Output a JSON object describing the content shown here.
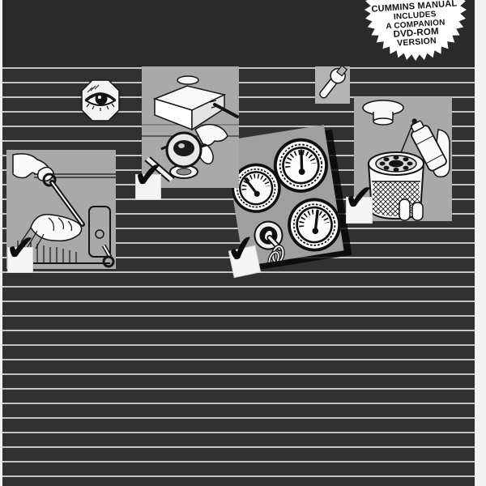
{
  "badge": {
    "lines": [
      "CUMMINS MANUAL",
      "INCLUDES",
      "A COMPANION",
      "DVD-ROM",
      "VERSION"
    ]
  },
  "cover": {
    "checkmark_glyph": "✔",
    "colors": {
      "top_block": "#2a2a2a",
      "stripe_dark": "#313131",
      "stripe_light": "#c4c4c4",
      "panel_gray": "#a9a9a9",
      "badge_bg": "#ffffff",
      "badge_text": "#101010",
      "page_margin": "#f2f2f2",
      "line_art_ink": "#141414"
    }
  },
  "panels": [
    {
      "id": "eye-symbol",
      "label": "eye-inspection-symbol",
      "checked": false
    },
    {
      "id": "wrench-symbol",
      "label": "wrench-tool-symbol",
      "checked": false
    },
    {
      "id": "coolant-panel",
      "label": "coolant-reservoir-and-radiator-cap-illustration",
      "checked": true
    },
    {
      "id": "dipstick-panel",
      "label": "oil-dipstick-check-illustration",
      "checked": true
    },
    {
      "id": "gauges-panel",
      "label": "instrument-gauges-and-ignition-key-illustration",
      "checked": true
    },
    {
      "id": "filter-panel",
      "label": "oil-filter-spray-lubrication-illustration",
      "checked": true
    }
  ]
}
